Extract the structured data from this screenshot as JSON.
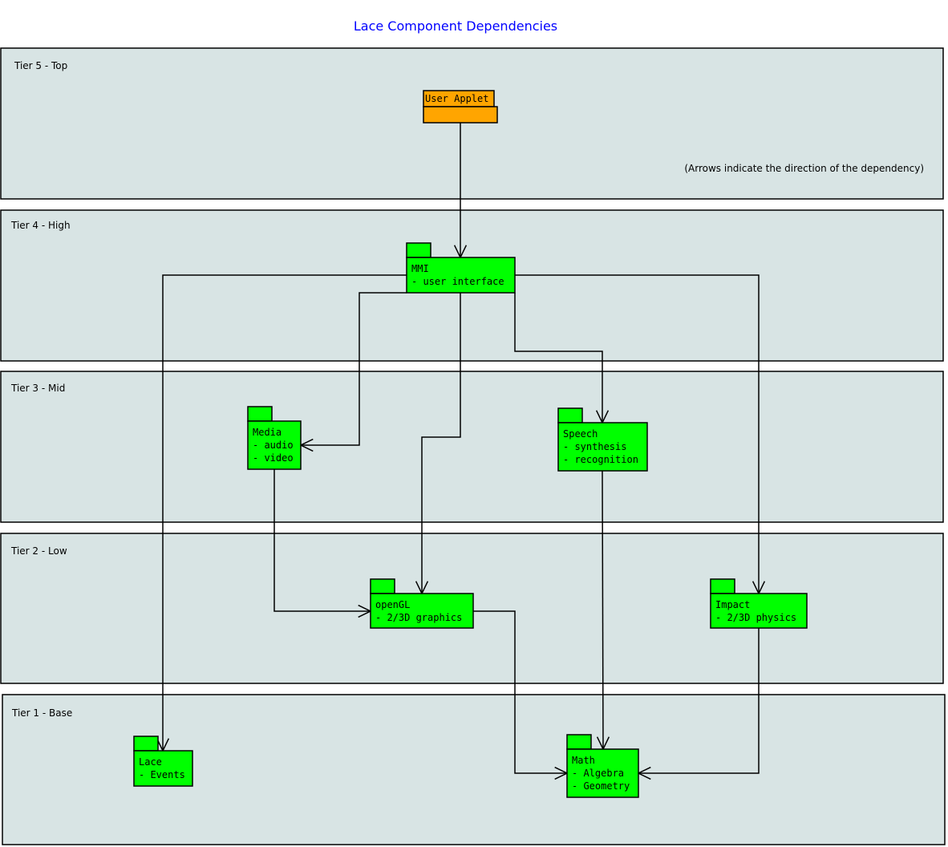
{
  "title": "Lace Component Dependencies",
  "note": "(Arrows indicate the direction of the dependency)",
  "colors": {
    "tier_background": "#d8e4e4",
    "package": "#00ff00",
    "applet": "#ffa500",
    "title": "#0000ff"
  },
  "tiers": [
    {
      "label": "Tier 5 - Top"
    },
    {
      "label": "Tier 4 - High"
    },
    {
      "label": "Tier 3 - Mid"
    },
    {
      "label": "Tier 2 - Low"
    },
    {
      "label": "Tier 1 - Base"
    }
  ],
  "nodes": [
    {
      "id": "applet",
      "lines": [
        "User Applet"
      ]
    },
    {
      "id": "mmi",
      "lines": [
        "MMI",
        "- user interface"
      ]
    },
    {
      "id": "media",
      "lines": [
        "Media",
        "- audio",
        "- video"
      ]
    },
    {
      "id": "speech",
      "lines": [
        "Speech",
        "- synthesis",
        "- recognition"
      ]
    },
    {
      "id": "opengl",
      "lines": [
        "openGL",
        "- 2/3D graphics"
      ]
    },
    {
      "id": "impact",
      "lines": [
        "Impact",
        "- 2/3D physics"
      ]
    },
    {
      "id": "lace",
      "lines": [
        "Lace",
        "- Events"
      ]
    },
    {
      "id": "math",
      "lines": [
        "Math",
        "- Algebra",
        "- Geometry"
      ]
    }
  ],
  "edges": [
    {
      "from": "applet",
      "to": "mmi"
    },
    {
      "from": "mmi",
      "to": "lace"
    },
    {
      "from": "mmi",
      "to": "impact"
    },
    {
      "from": "mmi",
      "to": "media"
    },
    {
      "from": "mmi",
      "to": "opengl"
    },
    {
      "from": "mmi",
      "to": "speech"
    },
    {
      "from": "media",
      "to": "opengl"
    },
    {
      "from": "speech",
      "to": "math"
    },
    {
      "from": "opengl",
      "to": "math"
    },
    {
      "from": "impact",
      "to": "math"
    }
  ]
}
